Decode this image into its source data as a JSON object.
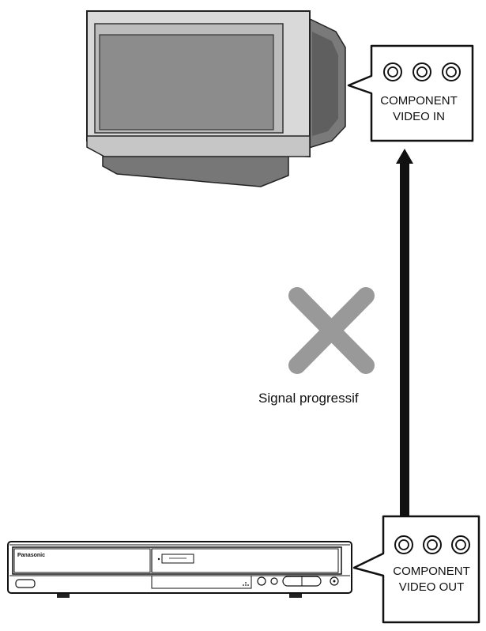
{
  "tv_panel": {
    "line1": "COMPONENT",
    "line2": "VIDEO IN"
  },
  "recorder_panel": {
    "line1": "COMPONENT",
    "line2": "VIDEO OUT"
  },
  "recorder": {
    "brand": "Panasonic"
  },
  "signal_label": "Signal progressif",
  "colors": {
    "cross": "#999999",
    "arrow": "#111111",
    "tv_bezel": "#d9d9d9",
    "tv_screen": "#8c8c8c",
    "tv_body": "#777777"
  }
}
